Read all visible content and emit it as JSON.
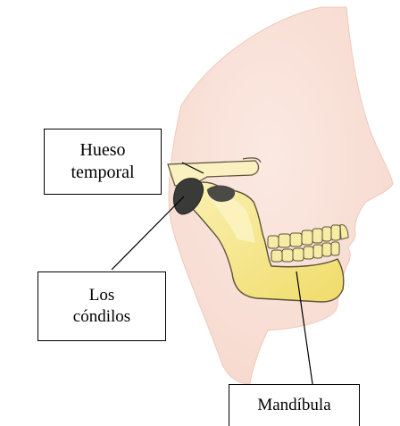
{
  "labels": {
    "temporal_bone": "Hueso\ntemporal",
    "condyles": "Los\ncóndilos",
    "mandible": "Mandíbula"
  },
  "colors": {
    "skin": "#f9e3dc",
    "skin_edge": "#f0c8bb",
    "bone": "#f3e27c",
    "bone_light": "#fbf0b2",
    "bone_outline": "#5a5236",
    "condyle_dark": "#3a3a38",
    "teeth": "#f7eca6",
    "line": "#000000"
  }
}
